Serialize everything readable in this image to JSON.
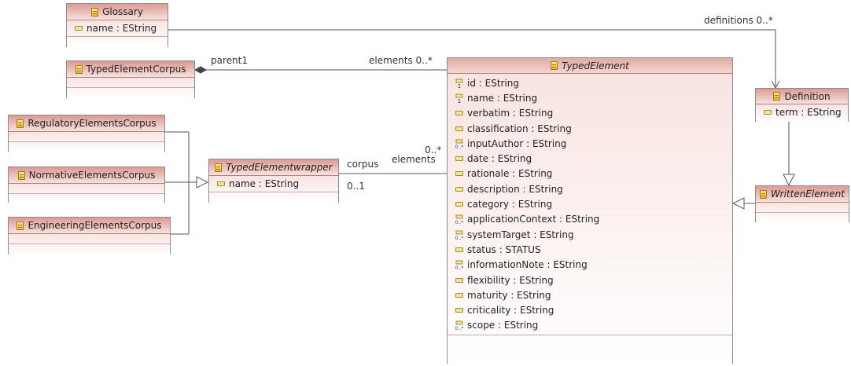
{
  "classes": {
    "glossary": {
      "name": "Glossary",
      "attrs": [
        "name : EString"
      ]
    },
    "typed_element_corpus": {
      "name": "TypedElementCorpus"
    },
    "regulatory": {
      "name": "RegulatoryElementsCorpus"
    },
    "normative": {
      "name": "NormativeElementsCorpus"
    },
    "engineering": {
      "name": "EngineeringElementsCorpus"
    },
    "wrapper": {
      "name": "TypedElementwrapper",
      "attrs": [
        "name : EString"
      ]
    },
    "typed_element": {
      "name": "TypedElement",
      "attrs": [
        {
          "text": "id : EString",
          "icon": "id"
        },
        {
          "text": "name : EString",
          "icon": "id"
        },
        {
          "text": "verbatim : EString",
          "icon": "attr"
        },
        {
          "text": "classification : EString",
          "icon": "attr"
        },
        {
          "text": "inputAuthor : EString",
          "icon": "many"
        },
        {
          "text": "date : EString",
          "icon": "attr"
        },
        {
          "text": "rationale : EString",
          "icon": "attr"
        },
        {
          "text": "description : EString",
          "icon": "attr"
        },
        {
          "text": "category : EString",
          "icon": "attr"
        },
        {
          "text": "applicationContext : EString",
          "icon": "many"
        },
        {
          "text": "systemTarget : EString",
          "icon": "many"
        },
        {
          "text": "status : STATUS",
          "icon": "attr"
        },
        {
          "text": "informationNote : EString",
          "icon": "many"
        },
        {
          "text": "flexibility : EString",
          "icon": "attr"
        },
        {
          "text": "maturity : EString",
          "icon": "attr"
        },
        {
          "text": "criticality : EString",
          "icon": "attr"
        },
        {
          "text": "scope : EString",
          "icon": "many"
        }
      ]
    },
    "definition": {
      "name": "Definition",
      "attrs": [
        "term : EString"
      ]
    },
    "written_element": {
      "name": "WrittenElement"
    }
  },
  "labels": {
    "definitions": "definitions 0..*",
    "parent": "parent1",
    "elements_top": "elements  0..*",
    "corpus": "corpus",
    "elements_mid": "elements",
    "mult_0star": "0..*",
    "mult_01": "0..1"
  },
  "colors": {
    "header_top": "#dc9a93",
    "header_bottom": "#f6e2df",
    "border": "#8c8c8c",
    "edge": "#555555"
  }
}
